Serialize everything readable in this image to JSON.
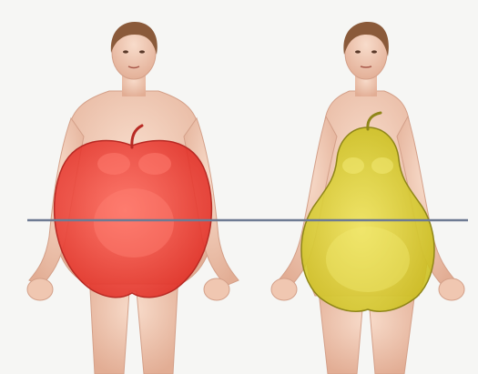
{
  "figures": [
    {
      "id": "apple",
      "shape": "apple",
      "overlay_color": "#ee3b33",
      "overlay_outline": "#b82a24",
      "stem_color": "#c0392b"
    },
    {
      "id": "pear",
      "shape": "pear",
      "overlay_color": "#d8cf2a",
      "overlay_outline": "#8f8619",
      "stem_color": "#8f8619"
    }
  ],
  "colors": {
    "background": "#f6f6f4",
    "skin": "#f1cdb8",
    "skin_shadow": "#d9a68e",
    "hair": "#8a5a3a",
    "waist_line": "#6e7b93"
  },
  "waist_line": {
    "present": true
  }
}
